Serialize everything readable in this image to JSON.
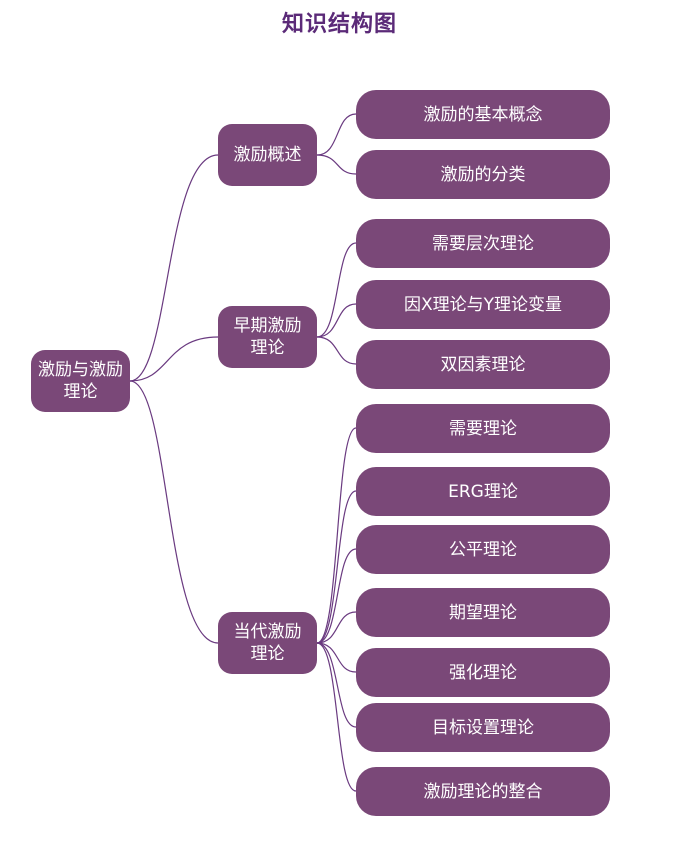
{
  "title": "知识结构图",
  "root": {
    "label": "激励与激励理论"
  },
  "branches": [
    {
      "label": "激励概述",
      "children": [
        "激励的基本概念",
        "激励的分类"
      ]
    },
    {
      "label": "早期激励理论",
      "children": [
        "需要层次理论",
        "因X理论与Y理论变量",
        "双因素理论"
      ]
    },
    {
      "label": "当代激励理论",
      "children": [
        "需要理论",
        "ERG理论",
        "公平理论",
        "期望理论",
        "强化理论",
        "目标设置理论",
        "激励理论的整合"
      ]
    }
  ],
  "colors": {
    "node_fill": "#7a4878",
    "node_text": "#ffffff",
    "connector": "#6a3a80",
    "title": "#5b2a78"
  }
}
